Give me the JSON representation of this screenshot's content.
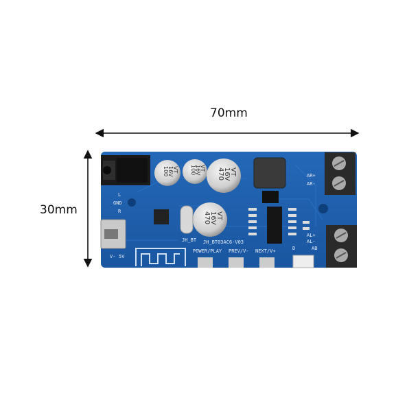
{
  "dimensions": {
    "width_label": "70mm",
    "height_label": "30mm"
  },
  "board": {
    "colors": {
      "pcb": "#1f5fae",
      "pcb_dark": "#174c90",
      "silkscreen": "#e8eef8",
      "terminal": "#2a2a2a"
    },
    "capacitors": [
      {
        "value": "100",
        "voltage": "16V",
        "brand": "VT"
      },
      {
        "value": "100",
        "voltage": "16V",
        "brand": "VT"
      },
      {
        "value": "470",
        "voltage": "16V",
        "brand": "VT"
      },
      {
        "value": "470",
        "voltage": "16V",
        "brand": "VT"
      }
    ],
    "silkscreen": {
      "audio_l": "L",
      "audio_gnd": "GND",
      "audio_r": "R",
      "power_minus": "V-",
      "power_5v": "5V",
      "module": "JH_BT",
      "model": "JH_BT03AC6-V03",
      "btn_power": "POWER/PLAY",
      "btn_prev": "PREV/V-",
      "btn_next": "NEXT/V+",
      "switch_d": "D",
      "ab": "AB",
      "ar_plus": "AR+",
      "ar_minus": "AR-",
      "al_plus": "AL+",
      "al_minus": "AL-"
    }
  }
}
